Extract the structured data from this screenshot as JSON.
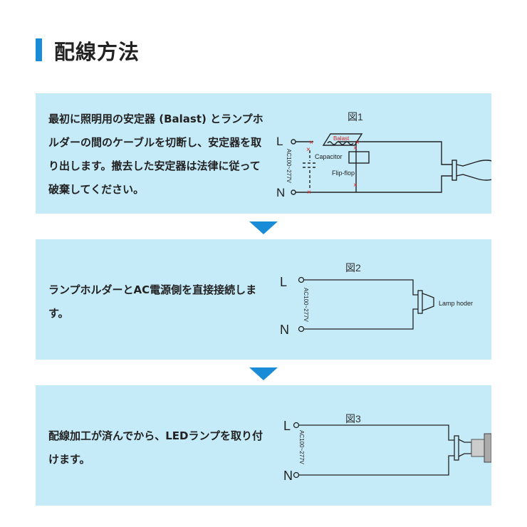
{
  "title": "配線方法",
  "steps": [
    {
      "text": "最初に照明用の安定器 (Balast) とランプホルダーの間のケーブルを切断し、安定器を取り出します。撤去した安定器は法律に従って破棄してください。",
      "figure": {
        "caption": "図1",
        "l": "L",
        "n": "N",
        "voltage": "AC100~277V",
        "ballast": "Balast",
        "capacitor": "Capacitor",
        "flipflop": "Flip-flop"
      }
    },
    {
      "text": "ランプホルダーとAC電源側を直接接続します。",
      "figure": {
        "caption": "図2",
        "l": "L",
        "n": "N",
        "voltage": "AC100~277V",
        "holder": "Lamp hoder"
      }
    },
    {
      "text": "配線加工が済んでから、LEDランプを取り付けます。",
      "figure": {
        "caption": "図3",
        "l": "L",
        "n": "N",
        "voltage": "AC100~277V"
      }
    }
  ],
  "colors": {
    "accent": "#1a8bd6",
    "panel": "#c6ebf8",
    "cut_mark": "#e02020"
  }
}
